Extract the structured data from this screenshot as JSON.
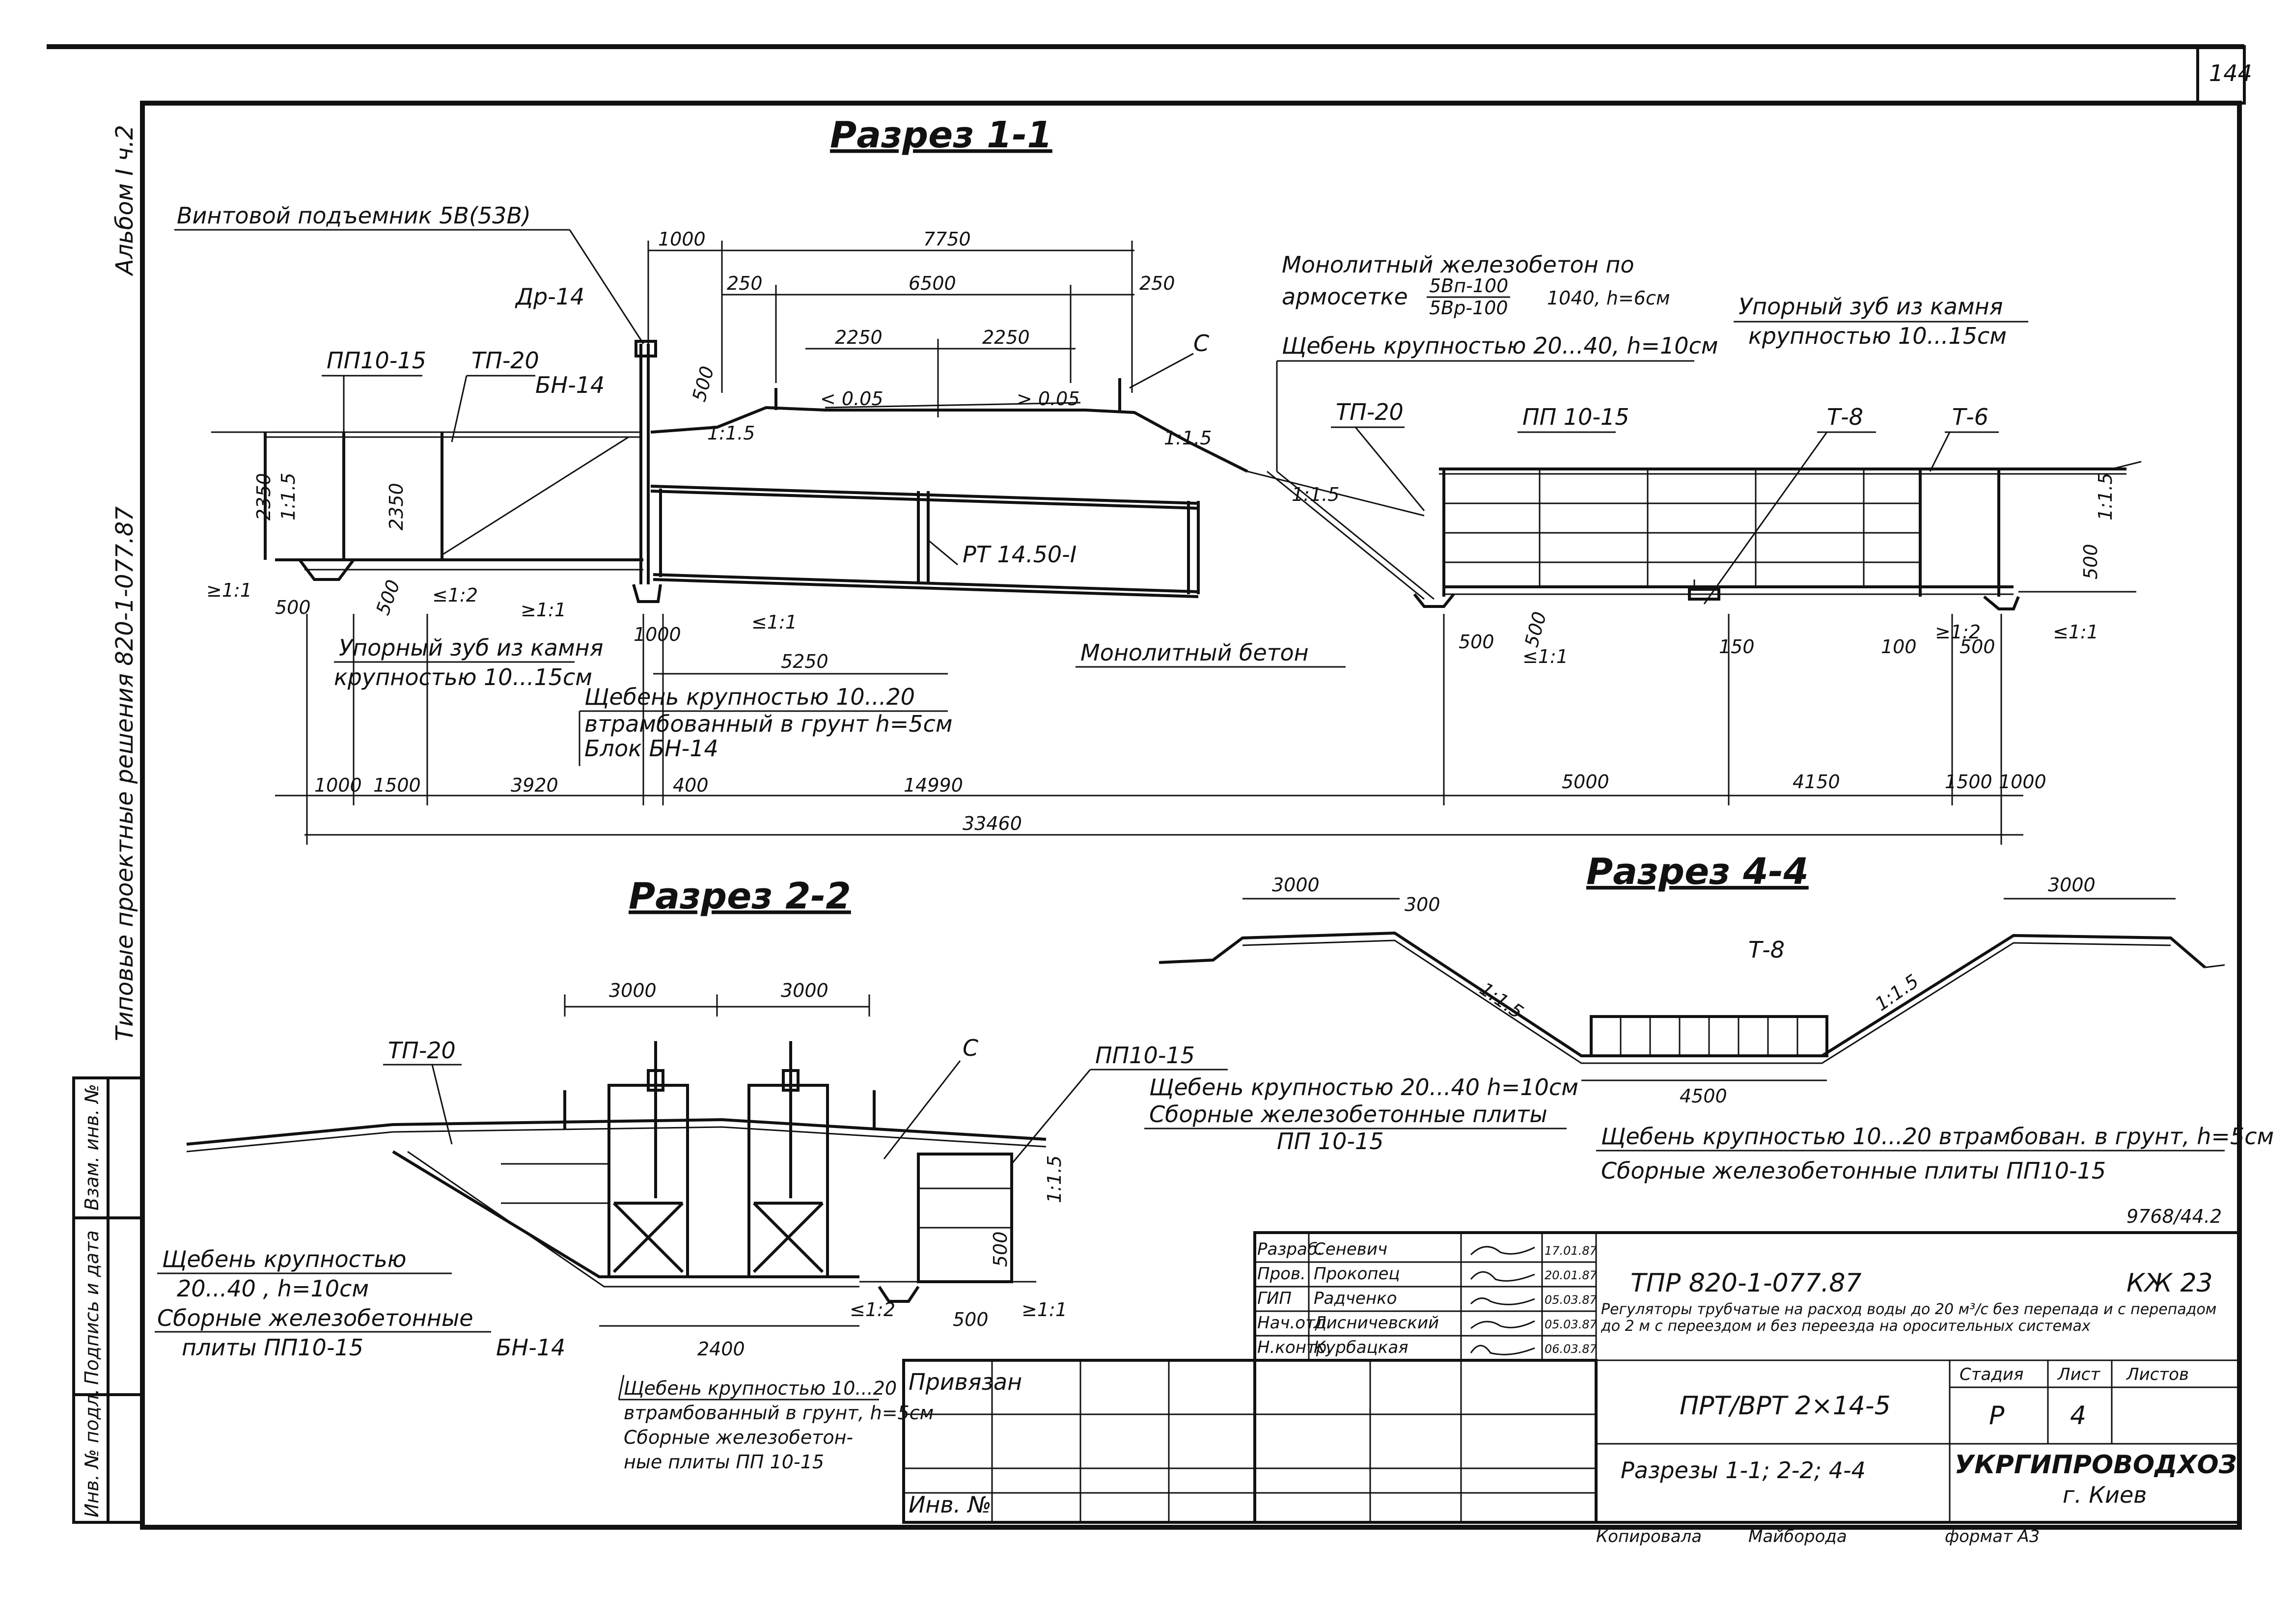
{
  "sheet": {
    "number": "144",
    "side_album": "Альбом I ч.2",
    "side_series": "Типовые проектные решения 820-1-077.87",
    "footnote": "9768/44.2",
    "side_table": [
      "Инв. № подл.",
      "Подпись и дата",
      "Взам. инв. №"
    ]
  },
  "section_1_1": {
    "title": "Разрез 1-1",
    "labels": {
      "lift": "Винтовой подъемник 5В(53В)",
      "monolith1": "Монолитный железобетон по",
      "monolith2": "армосетке",
      "mesh_top": "5Вп-100",
      "mesh_bot": "5Вр-100",
      "monolith3": "1040, h=6см",
      "gravel_top": "Щебень крупностью 20...40, h=10см",
      "stop_tooth_r1": "Упорный зуб из камня",
      "stop_tooth_r2": "крупностью 10...15см",
      "stop_tooth_l1": "Упорный зуб из камня",
      "stop_tooth_l2": "крупностью 10...15см",
      "gravel_bot1": "Щебень крупностью 10...20",
      "gravel_bot2": "втрамбованный в грунт h=5см",
      "block": "Блок БН-14",
      "mono_concrete": "Монолитный бетон",
      "pp1": "ПП10-15",
      "tp1": "ТП-20",
      "bn1": "БН-14",
      "dr": "Др-14",
      "c": "С",
      "tp2": "ТП-20",
      "pp2": "ПП 10-15",
      "t8": "Т-8",
      "t6": "Т-6",
      "rt": "РТ 14.50-I",
      "slope_a": "< 0.05",
      "slope_b": "> 0.05"
    },
    "dims_top": [
      "1000",
      "7750",
      "250",
      "6500",
      "250",
      "2250",
      "2250",
      "500"
    ],
    "dims_mid": [
      "2350",
      "1:1.5",
      "2350",
      "500",
      "500",
      "1000",
      "5250",
      "500",
      "500",
      "150",
      "100",
      "500",
      "1:1.5",
      "500"
    ],
    "slopes": [
      "≥1:1",
      "≤1:2",
      "≥1:1",
      "≤1:1",
      "1:1.5",
      "1:1.5",
      "1:1.5",
      "≤1:1",
      "≥1:2",
      "≤1:1"
    ],
    "dims_bottom": [
      "1000",
      "1500",
      "3920",
      "400",
      "14990",
      "5000",
      "4150",
      "1500",
      "1000"
    ],
    "dim_total": "33460"
  },
  "section_2_2": {
    "title": "Разрез 2-2",
    "labels": {
      "tp": "ТП-20",
      "c": "С",
      "gravel1": "Щебень крупностью",
      "gravel2": "20...40 , h=10см",
      "plates1": "Сборные железобетонные",
      "plates2": "плиты ПП10-15",
      "bn": "БН-14",
      "pp": "ПП10-15",
      "gravel_pp1": "Щебень крупностью 20...40  h=10см",
      "gravel_pp2": "Сборные железобетонные плиты",
      "gravel_pp3": "ПП 10-15",
      "bot1": "Щебень крупностью 10...20",
      "bot2": "втрамбованный в грунт, h=5см",
      "bot3": "Сборные железобетон-",
      "bot4": "ные плиты ПП 10-15"
    },
    "dims": [
      "3000",
      "3000",
      "2400",
      "500",
      "1:1.5",
      "500",
      "≤1:2",
      "≥1:1"
    ]
  },
  "section_4_4": {
    "title": "Разрез 4-4",
    "labels": {
      "t8": "Т-8",
      "gravel": "Щебень крупностью 10...20 втрамбован. в грунт, h=5см",
      "plates": "Сборные железобетонные плиты ПП10-15"
    },
    "dims": [
      "3000",
      "300",
      "3000",
      "4500",
      "1:1.5",
      "1:1.5"
    ]
  },
  "title_block": {
    "roles": [
      "Разраб.",
      "Пров.",
      "ГИП",
      "Нач.отд.",
      "Н.контр."
    ],
    "names": [
      "Сеневич",
      "Прокопец",
      "Радченко",
      "Лисничевский",
      "Курбацкая"
    ],
    "dates": [
      "17.01.87",
      "20.01.87",
      "05.03.87",
      "05.03.87",
      "06.03.87"
    ],
    "project_code": "ТПР 820-1-077.87",
    "sheet_code": "КЖ 23",
    "description": "Регуляторы трубчатые на расход воды до 20 м³/с без перепада и с перепадом до 2 м с переездом и без переезда на оросительных системах",
    "stage_h": "Стадия",
    "sheet_h": "Лист",
    "sheets_h": "Листов",
    "stage": "Р",
    "sheet_no": "4",
    "item": "ПРТ/ВРТ 2×14-5",
    "content": "Разрезы 1-1; 2-2; 4-4",
    "org1": "УКРГИПРОВОДХОЗ",
    "org2": "г. Киев",
    "tied": "Привязан",
    "inv": "Инв. №",
    "copied": "Копировала",
    "copier": "Майборода",
    "format": "формат А3"
  }
}
